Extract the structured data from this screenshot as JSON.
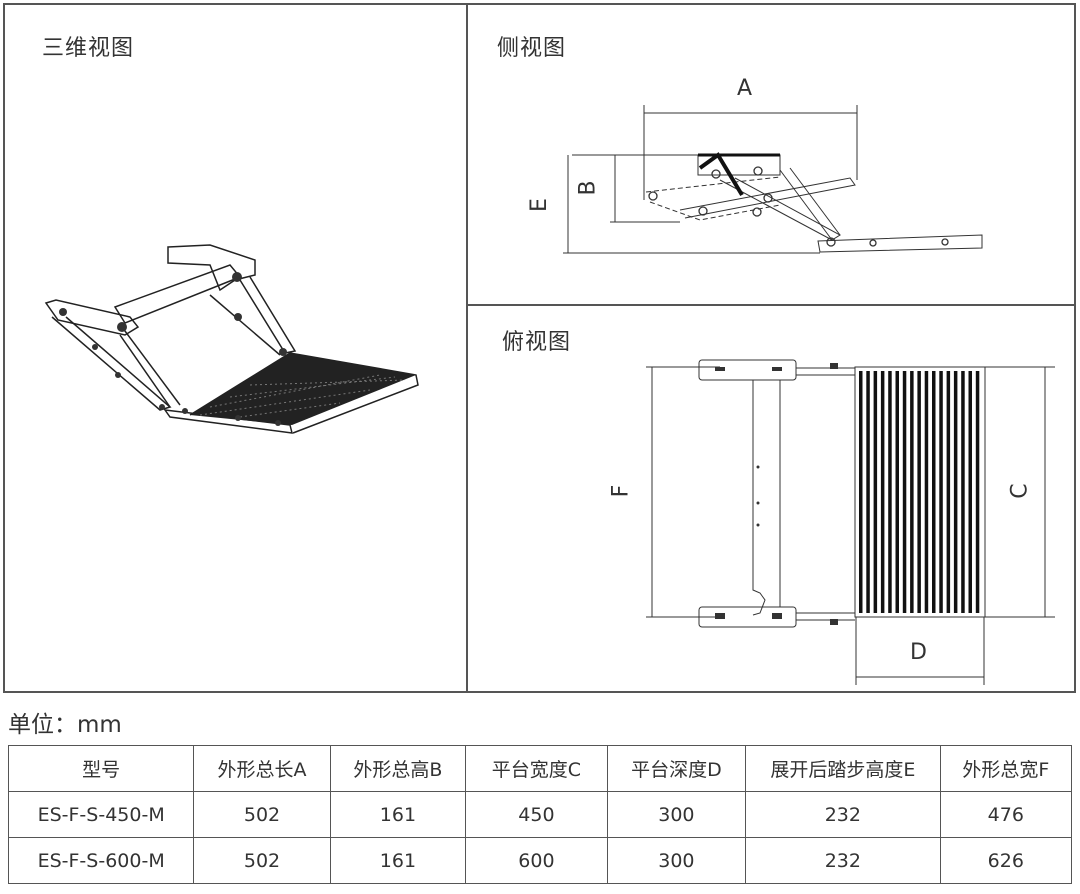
{
  "panels": {
    "iso": {
      "title": "三维视图"
    },
    "side": {
      "title": "侧视图",
      "labels": {
        "A": "A",
        "B": "B",
        "E": "E"
      }
    },
    "top": {
      "title": "俯视图",
      "labels": {
        "F": "F",
        "C": "C",
        "D": "D"
      }
    }
  },
  "unit_label": "单位：mm",
  "spec_table": {
    "headers": [
      "型号",
      "外形总长A",
      "外形总高B",
      "平台宽度C",
      "平台深度D",
      "展开后踏步高度E",
      "外形总宽F"
    ],
    "rows": [
      [
        "ES-F-S-450-M",
        "502",
        "161",
        "450",
        "300",
        "232",
        "476"
      ],
      [
        "ES-F-S-600-M",
        "502",
        "161",
        "600",
        "300",
        "232",
        "626"
      ]
    ]
  }
}
